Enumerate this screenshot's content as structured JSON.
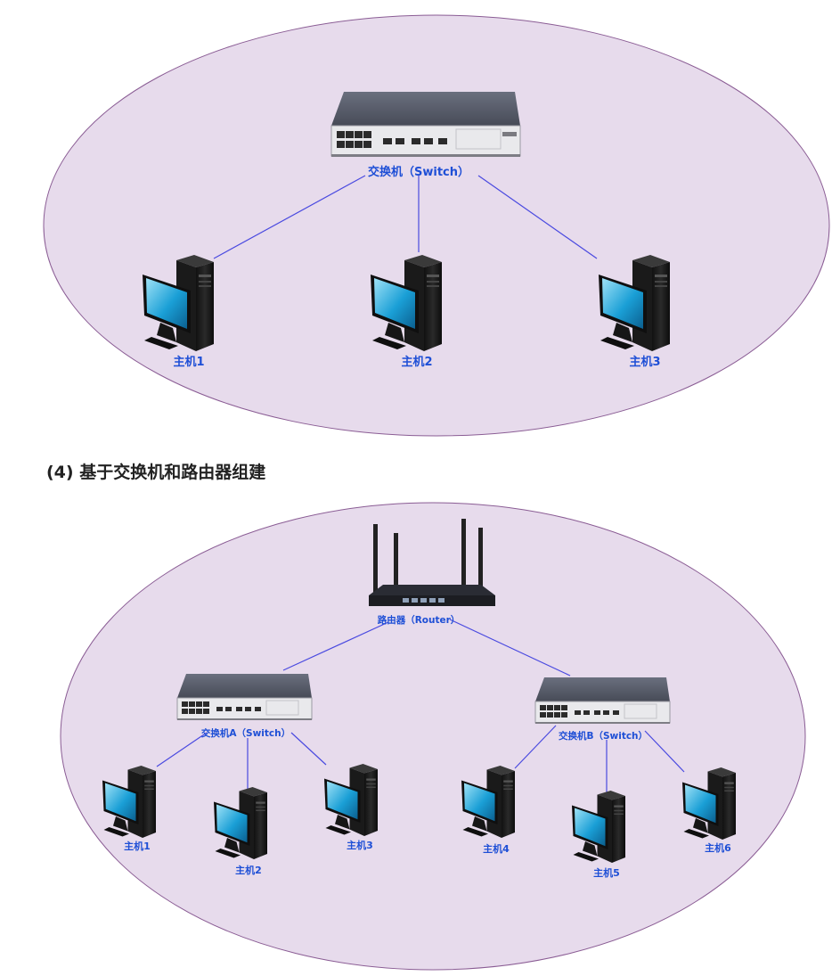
{
  "diagrams": {
    "top": {
      "switch_label": "交换机（Switch）",
      "hosts": [
        "主机1",
        "主机2",
        "主机3"
      ]
    },
    "section_heading": "(4) 基于交换机和路由器组建",
    "bottom": {
      "router_label": "路由器（Router）",
      "switch_a_label": "交换机A（Switch）",
      "switch_b_label": "交换机B（Switch）",
      "hosts": [
        "主机1",
        "主机2",
        "主机3",
        "主机4",
        "主机5",
        "主机6"
      ]
    },
    "colors": {
      "ellipse_fill": "#e7dbec",
      "ellipse_stroke": "#8a5c94",
      "link": "#4a4ae0",
      "label": "#1e4fd6"
    }
  }
}
